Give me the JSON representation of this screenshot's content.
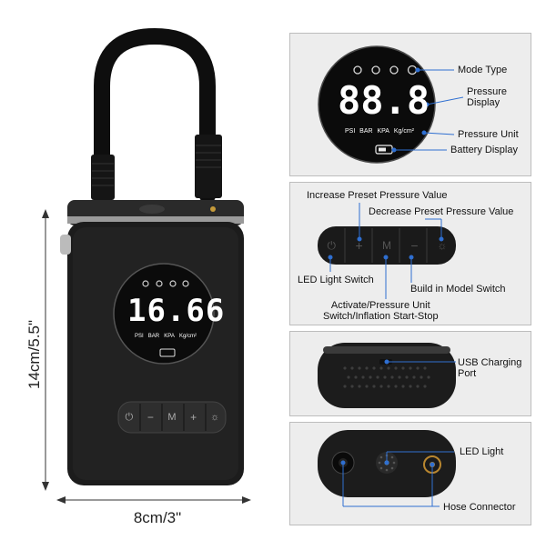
{
  "dimensions": {
    "height": "14cm/5.5\"",
    "width": "8cm/3\""
  },
  "device": {
    "display_value": "16.66",
    "units": [
      "PSI",
      "BAR",
      "KPA",
      "Kg/cm²"
    ],
    "buttons": [
      "⏻",
      "−",
      "M",
      "+",
      "☼"
    ]
  },
  "panel_display": {
    "display_value": "88.8",
    "units": [
      "PSI",
      "BAR",
      "KPA",
      "Kg/cm²"
    ],
    "labels": {
      "mode_type": "Mode Type",
      "pressure_display": "Pressure\nDisplay",
      "pressure_unit": "Pressure Unit",
      "battery_display": "Battery Display"
    }
  },
  "panel_buttons": {
    "labels": {
      "increase": "Increase Preset Pressure Value",
      "decrease": "Decrease Preset Pressure Value",
      "led_switch": "LED Light Switch",
      "model_switch": "Build in Model Switch",
      "activate": "Activate/Pressure Unit\nSwitch/Inflation Start-Stop"
    }
  },
  "panel_usb": {
    "labels": {
      "usb": "USB Charging\nPort"
    }
  },
  "panel_bottom": {
    "labels": {
      "led": "LED Light",
      "hose": "Hose Connector"
    }
  },
  "colors": {
    "accent": "#2f6fd1",
    "device_body": "#1c1c1c",
    "panel_bg": "#ededed"
  }
}
